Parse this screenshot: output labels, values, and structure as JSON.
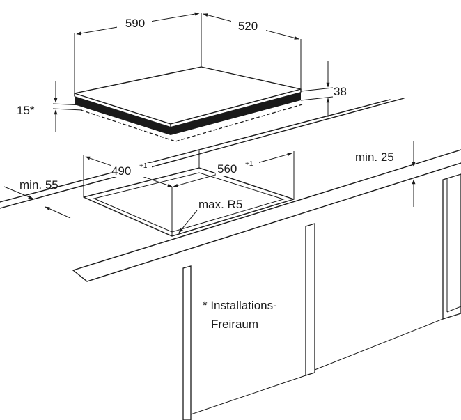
{
  "dimensions": {
    "width_hob": "590",
    "depth_hob": "520",
    "height_hob": "38",
    "clearance": "15*",
    "cutout_width": "560",
    "cutout_width_tol": "+1",
    "cutout_depth": "490",
    "cutout_depth_tol": "+1",
    "min_front": "min. 55",
    "min_back": "min. 25",
    "radius": "max. R5"
  },
  "note": {
    "line1": "* Installations-",
    "line2": "Freiraum"
  },
  "colors": {
    "line": "#1a1a1a",
    "hob_surface": "#1a1a1a",
    "background": "#ffffff"
  }
}
